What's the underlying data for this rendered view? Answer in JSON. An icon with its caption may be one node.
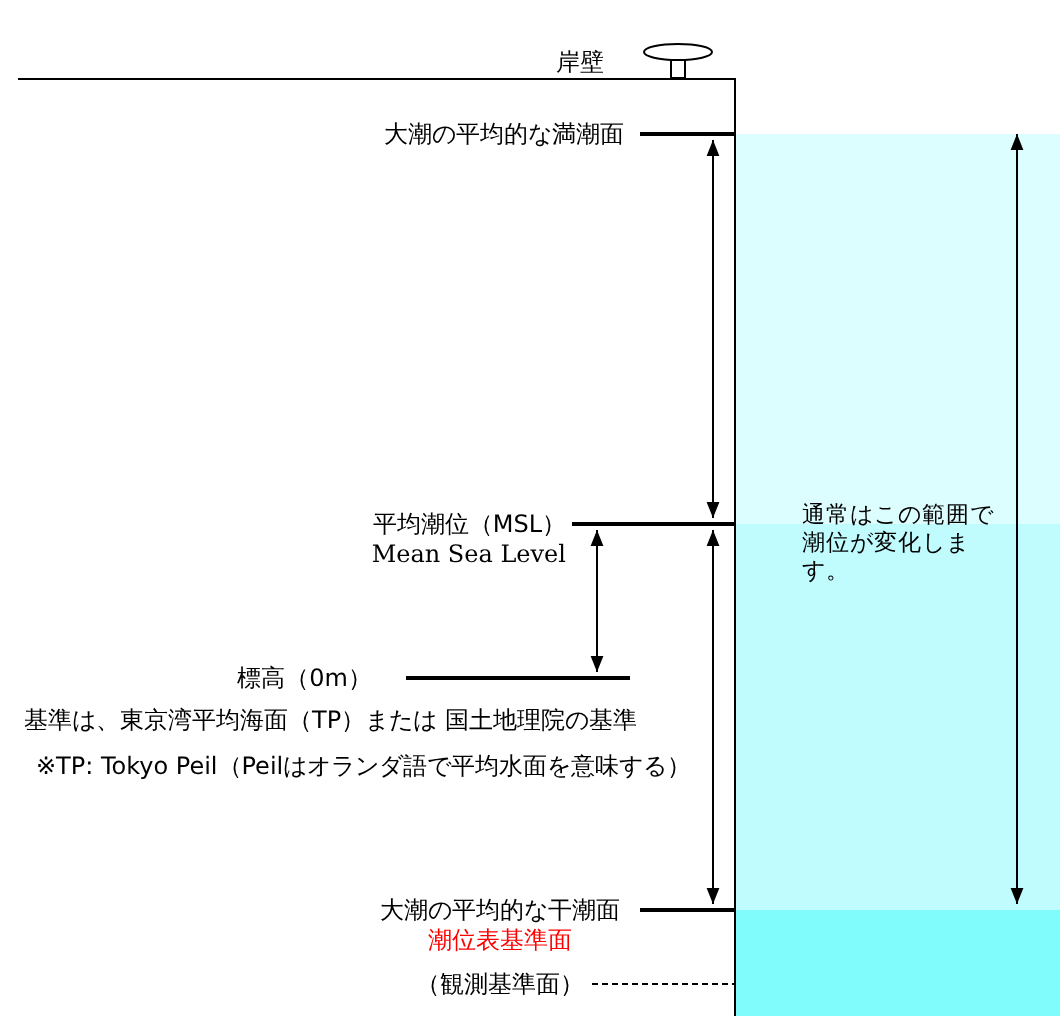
{
  "diagram": {
    "nodes": [
      {
        "text": [
          "（観測基準面）"
        ]
      },
      {
        "text": [],
        "shape": "box"
      }
    ],
    "edges": [
      {
        "from": 0,
        "to": 1,
        "arrow": "none",
        "style": "dashed"
      }
    ],
    "labels": [
      "岸壁",
      "大潮の平均的な満潮面",
      "平均潮位（MSL）",
      "Mean Sea Level",
      "通常はこの範囲で潮位が変化します。",
      "標高（0m）",
      "基準は、東京湾平均海面（TP）または 国土地理院の基準",
      "※TP: Tokyo Peil（Peilはオランダ語で平均水面を意味する）",
      "大潮の平均的な干潮面",
      "潮位表基準面"
    ]
  }
}
